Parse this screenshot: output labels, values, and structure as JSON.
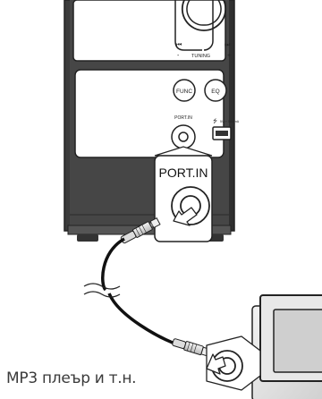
{
  "device": {
    "tuning_label": "TUNING",
    "tuning_minus": "-",
    "tuning_plus": "+",
    "skip_back_icon": "skip-back-icon",
    "skip_fwd_icon": "skip-forward-icon",
    "func_label": "FUNC",
    "eq_label": "EQ",
    "port_small_label": "PORT.IN",
    "usb_label": "5V ⎓ 500 mA"
  },
  "callout": {
    "label": "PORT.IN"
  },
  "caption": "MP3 плеър и т.н."
}
